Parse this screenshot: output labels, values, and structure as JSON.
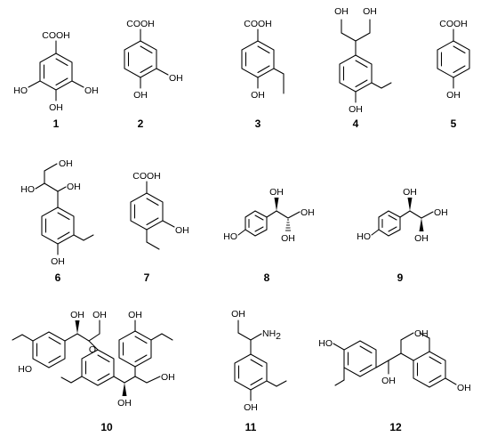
{
  "compounds": [
    {
      "number": "1",
      "labels": {
        "cooh": "COOH",
        "oh_a": "OH",
        "oh_b": "OH",
        "oh_c": "HO"
      }
    },
    {
      "number": "2",
      "labels": {
        "cooh": "COOH",
        "oh_a": "OH",
        "oh_b": "OH"
      }
    },
    {
      "number": "3",
      "labels": {
        "cooh": "COOH",
        "oh_a": "OH"
      }
    },
    {
      "number": "4",
      "labels": {
        "oh_a": "OH",
        "oh_b": "OH",
        "oh_c": "OH"
      }
    },
    {
      "number": "5",
      "labels": {
        "cooh": "COOH",
        "oh_a": "OH"
      }
    },
    {
      "number": "6",
      "labels": {
        "oh_a": "OH",
        "oh_b": "HO",
        "oh_c": "OH",
        "oh_d": "OH"
      }
    },
    {
      "number": "7",
      "labels": {
        "cooh": "COOH",
        "oh_a": "OH"
      }
    },
    {
      "number": "8",
      "labels": {
        "oh_a": "OH",
        "oh_b": "OH",
        "oh_c": "OH",
        "ho": "HO"
      }
    },
    {
      "number": "9",
      "labels": {
        "oh_a": "OH",
        "oh_b": "OH",
        "oh_c": "OH",
        "ho": "HO"
      }
    },
    {
      "number": "10",
      "labels": {
        "oh_a": "OH",
        "oh_b": "OH",
        "oh_c": "OH",
        "oh_d": "OH",
        "oh_e": "OH",
        "ho": "HO",
        "o": "O"
      }
    },
    {
      "number": "11",
      "labels": {
        "oh_a": "OH",
        "nh": "NH",
        "nh_sub": "2",
        "oh_b": "OH"
      }
    },
    {
      "number": "12",
      "labels": {
        "ho": "HO",
        "oh_a": "OH",
        "oh_b": "OH",
        "oh_c": "OH"
      }
    }
  ]
}
